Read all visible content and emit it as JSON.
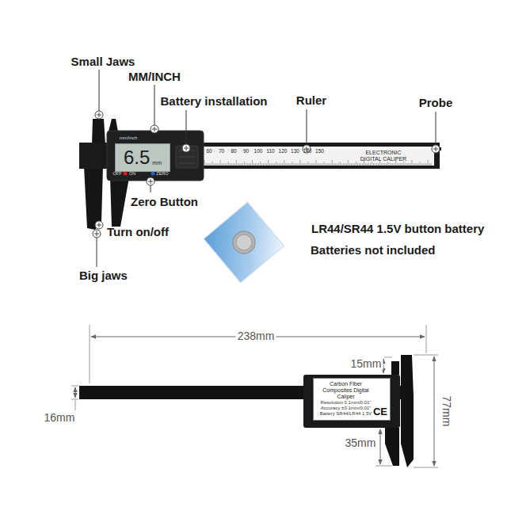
{
  "diagram": {
    "nodes": [
      {
        "text": [
          "6.5",
          "mm"
        ]
      },
      {
        "text": [
          "Carbon Fiber Composites Digital Caliper",
          "Resolution 0.1mm/0.01\"",
          "Accuracy ±0.1mm/0.01\"",
          "Battery SR44/LR44 1.5V",
          "CE"
        ]
      }
    ],
    "labels": [
      "Small Jaws",
      "MM/INCH",
      "Battery installation",
      "Ruler",
      "Probe",
      "mm/inch",
      "OFF",
      "ON",
      "ZERO",
      "60",
      "70",
      "80",
      "90",
      "100",
      "110",
      "120",
      "130",
      "140",
      "150",
      "ELECTRONIC DIGITAL CALIPER",
      "Zero Button",
      "Turn on/off",
      "Big jaws",
      "LR44/SR44 1.5V button battery",
      "Batteries not included",
      "238mm",
      "15mm",
      "77mm",
      "16mm",
      "35mm"
    ]
  }
}
